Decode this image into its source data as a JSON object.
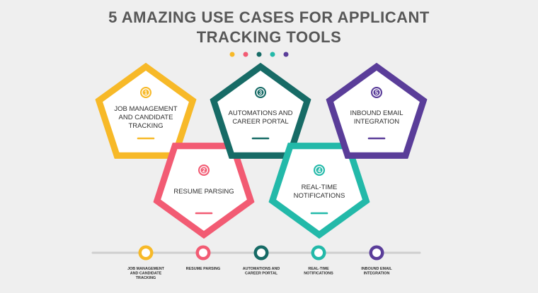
{
  "title": {
    "line1": "5 AMAZING USE CASES FOR APPLICANT",
    "line2": "TRACKING TOOLS"
  },
  "colors": {
    "yellow": "#f7b928",
    "pink": "#f25b73",
    "dark_teal": "#176b66",
    "teal": "#23b9a9",
    "purple": "#5a3d99",
    "track": "#cfcfcf",
    "background": "#efefef"
  },
  "dots": [
    "#f7b928",
    "#f25b73",
    "#176b66",
    "#23b9a9",
    "#5a3d99"
  ],
  "items": [
    {
      "number": "1",
      "color": "#f7b928",
      "lines": [
        "JOB MANAGEMENT",
        "AND CANDIDATE",
        "TRACKING"
      ],
      "bottom_lines": [
        "JOB MANAGEMENT",
        "AND CANDIDATE",
        "TRACKING"
      ]
    },
    {
      "number": "2",
      "color": "#f25b73",
      "lines": [
        "RESUME PARSING"
      ],
      "bottom_lines": [
        "RESUME PARSING"
      ]
    },
    {
      "number": "3",
      "color": "#176b66",
      "lines": [
        "AUTOMATIONS AND",
        "CAREER PORTAL"
      ],
      "bottom_lines": [
        "AUTOMATIONS AND",
        "CAREER PORTAL"
      ]
    },
    {
      "number": "4",
      "color": "#23b9a9",
      "lines": [
        "REAL-TIME",
        "NOTIFICATIONS"
      ],
      "bottom_lines": [
        "REAL-TIME",
        "NOTIFICATIONS"
      ]
    },
    {
      "number": "5",
      "color": "#5a3d99",
      "lines": [
        "INBOUND EMAIL",
        "INTEGRATION"
      ],
      "bottom_lines": [
        "INBOUND EMAIL",
        "INTEGRATION"
      ]
    }
  ]
}
